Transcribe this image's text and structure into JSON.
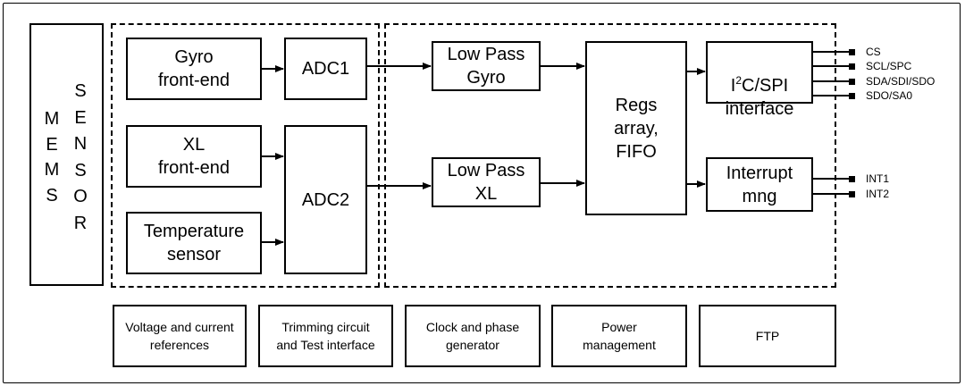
{
  "mems": {
    "col1": [
      "M",
      "E",
      "M",
      "S"
    ],
    "col2": [
      "S",
      "E",
      "N",
      "S",
      "O",
      "R"
    ]
  },
  "blocks": {
    "gyro_frontend": "Gyro\nfront-end",
    "adc1": "ADC1",
    "xl_frontend": "XL\nfront-end",
    "adc2": "ADC2",
    "temperature_sensor": "Temperature\nsensor",
    "lowpass_gyro": "Low Pass\nGyro",
    "lowpass_xl": "Low Pass\nXL",
    "regs_fifo": "Regs\narray,\nFIFO",
    "i2c_spi_prefix": "I",
    "i2c_spi_sup": "2",
    "i2c_spi_rest": "C/SPI\ninterface",
    "interrupt": "Interrupt\nmng"
  },
  "bottom": {
    "voltage": "Voltage and current\nreferences",
    "trimming": "Trimming circuit\nand Test interface",
    "clock": "Clock and phase\ngenerator",
    "power": "Power\nmanagement",
    "ftp": "FTP"
  },
  "pins": {
    "cs": "CS",
    "scl": "SCL/SPC",
    "sda": "SDA/SDI/SDO",
    "sdo": "SDO/SA0",
    "int1": "INT1",
    "int2": "INT2"
  }
}
